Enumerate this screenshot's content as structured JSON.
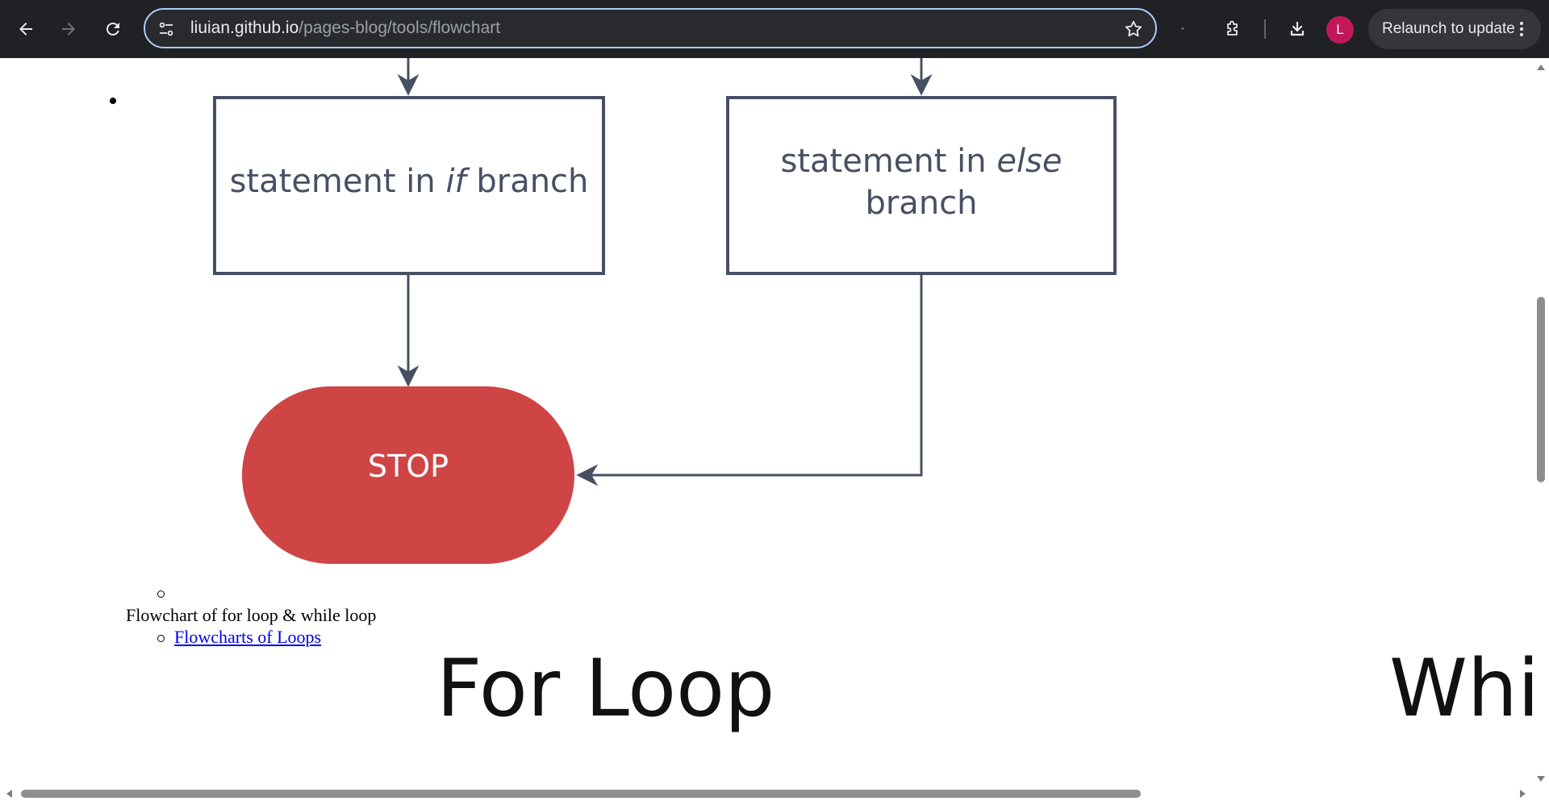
{
  "browser": {
    "url_host": "liuian.github.io",
    "url_path": "/pages-blog/tools/flowchart",
    "avatar_letter": "L",
    "relaunch_label": "Relaunch to update",
    "icons": {
      "back": "arrow-left-icon",
      "forward": "arrow-right-icon",
      "reload": "reload-icon",
      "site_info": "tune-icon",
      "bookmark": "star-icon",
      "extensions": "puzzle-icon",
      "downloads": "download-icon",
      "menu": "more-vert-icon"
    }
  },
  "diagram": {
    "if_box": {
      "before": "statement in ",
      "keyword": "if",
      "after": " branch"
    },
    "else_box": {
      "line1_before": "statement in ",
      "keyword": "else",
      "line2": "branch"
    },
    "stop_label": "STOP",
    "colors": {
      "stroke": "#475063",
      "stop": "#cf4545"
    }
  },
  "content": {
    "list_item": "Flowchart of for loop & while loop",
    "sub_link": "Flowcharts of Loops",
    "heading_for": "For Loop",
    "heading_while_partial": "Whi"
  }
}
